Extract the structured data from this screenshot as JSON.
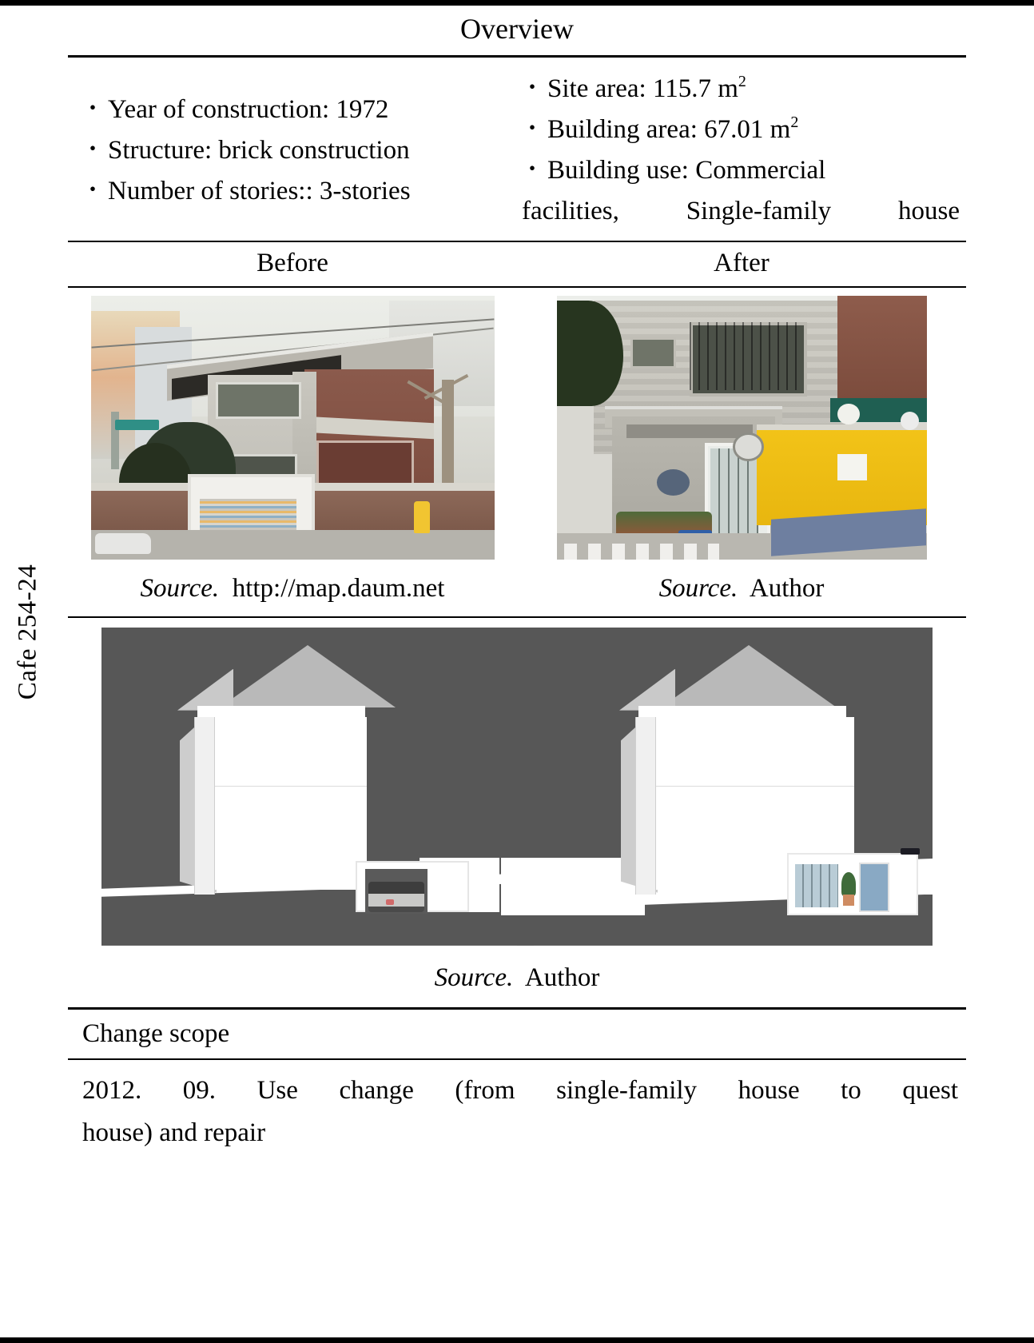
{
  "side_label": "Cafe 254-24",
  "table": {
    "overview_title": "Overview",
    "specs_left": [
      "Year of construction: 1972",
      "Structure: brick construction",
      "Number of stories:: 3-stories"
    ],
    "specs_right": [
      {
        "label": "Site area: 115.7 m",
        "sup": "2"
      },
      {
        "label": "Building area: 67.01 m",
        "sup": "2"
      }
    ],
    "specs_right_wrapped": {
      "line1": "Building use: Commercial",
      "line2": "facilities, Single-family house"
    },
    "bullet_glyph": "・",
    "before_label": "Before",
    "after_label": "After",
    "caption_before_prefix": "Source.",
    "caption_before_text": "http://map.daum.net",
    "caption_after_prefix": "Source.",
    "caption_after_text": "Author",
    "caption_render_prefix": "Source.",
    "caption_render_text": "Author",
    "change_scope_label": "Change scope",
    "change_text_line1": "2012. 09. Use change (from single-family house to quest",
    "change_text_line2": "house) and repair"
  },
  "colors": {
    "rule": "#000000",
    "render_background": "#575757",
    "after_accent_yellow": "#f2c318",
    "after_accent_green": "#1f5f52",
    "page_background": "#ffffff"
  }
}
